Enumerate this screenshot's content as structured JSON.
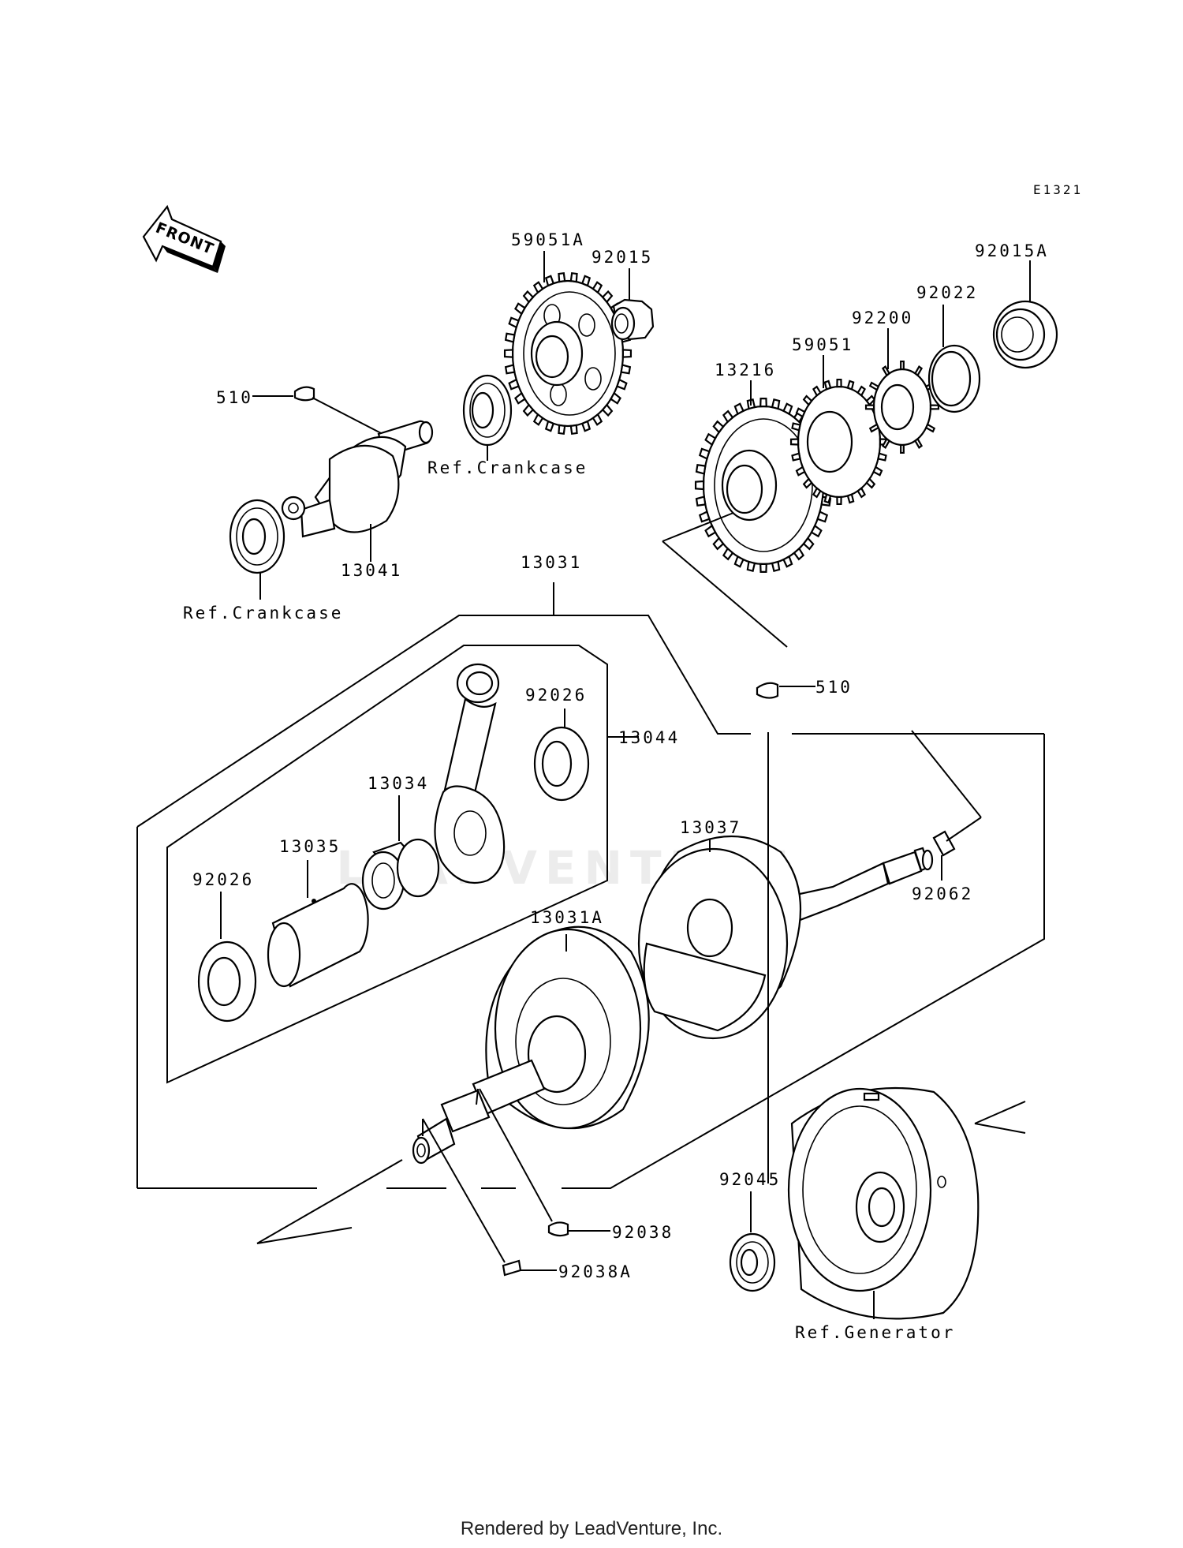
{
  "diagram_code": "E1321",
  "front_arrow_text": "FRONT",
  "watermark": "LEADVENTURE",
  "footer": "Rendered by LeadVenture, Inc.",
  "callouts": {
    "p59051A": "59051A",
    "p92015": "92015",
    "p92015A": "92015A",
    "p92022": "92022",
    "p92200": "92200",
    "p59051": "59051",
    "p13216": "13216",
    "p510_top": "510",
    "ref_crankcase_top": "Ref.Crankcase",
    "p13041": "13041",
    "ref_crankcase_left": "Ref.Crankcase",
    "p13031": "13031",
    "p510_mid": "510",
    "p92026_top": "92026",
    "p13044": "13044",
    "p13034": "13034",
    "p13035": "13035",
    "p13037": "13037",
    "p92062": "92062",
    "p92026_left": "92026",
    "p13031A": "13031A",
    "p92045": "92045",
    "p92038": "92038",
    "p92038A": "92038A",
    "ref_generator": "Ref.Generator"
  }
}
